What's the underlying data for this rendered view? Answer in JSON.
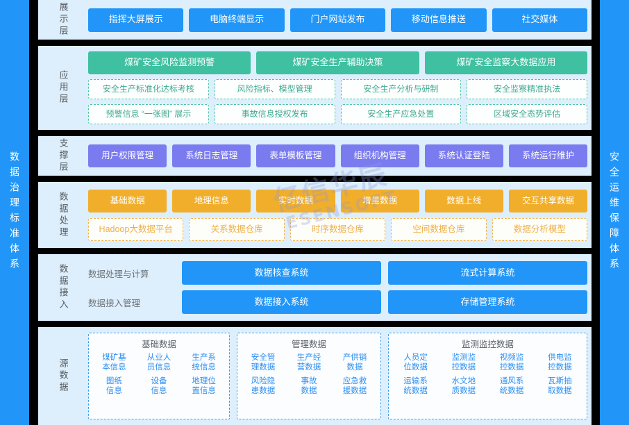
{
  "rails": {
    "left": "数据治理标准体系",
    "right": "安全运维保障体系"
  },
  "watermark": {
    "cn": "亿信华辰",
    "en": "ESENSOFT"
  },
  "colors": {
    "blue": "#2196f8",
    "green": "#3fc0a0",
    "purple": "#7b7bf0",
    "amber": "#f1ae2a",
    "layer_bg": "#ddeefc",
    "page_bg": "#000000"
  },
  "layers": {
    "display": {
      "label": "展示层",
      "items": [
        "指挥大屏展示",
        "电脑终端显示",
        "门户网站发布",
        "移动信息推送",
        "社交媒体"
      ]
    },
    "application": {
      "label": "应用层",
      "primary": [
        "煤矿安全风险监测预警",
        "煤矿安全生产辅助决策",
        "煤矿安全监察大数据应用"
      ],
      "sub_row1": [
        "安全生产标准化达标考核",
        "风险指标、模型管理",
        "安全生产分析与研制",
        "安全监察精准执法"
      ],
      "sub_row2": [
        "预警信息 “一张图” 展示",
        "事故信息授权发布",
        "安全生产应急处置",
        "区域安全态势评估"
      ]
    },
    "support": {
      "label": "支撑层",
      "items": [
        "用户权限管理",
        "系统日志管理",
        "表单模板管理",
        "组织机构管理",
        "系统认证登陆",
        "系统运行维护"
      ]
    },
    "processing": {
      "label": "数据处理",
      "row1": [
        "基础数据",
        "地理信息",
        "实时数据",
        "增量数据",
        "数据上线",
        "交互共享数据"
      ],
      "row2": [
        "Hadoop大数据平台",
        "关系数据仓库",
        "时序数据仓库",
        "空间数据仓库",
        "数据分析模型"
      ]
    },
    "access": {
      "label": "数据接入",
      "rows": [
        {
          "sub_label": "数据处理与计算",
          "items": [
            "数据核查系统",
            "流式计算系统"
          ]
        },
        {
          "sub_label": "数据接入管理",
          "items": [
            "数据接入系统",
            "存储管理系统"
          ]
        }
      ]
    },
    "source": {
      "label": "源数据",
      "groups": [
        {
          "title": "基础数据",
          "cells": [
            "煤矿基\n本信息",
            "从业人\n员信息",
            "生产系\n统信息",
            "图纸\n信息",
            "设备\n信息",
            "地理位\n置信息"
          ]
        },
        {
          "title": "管理数据",
          "cells": [
            "安全管\n理数据",
            "生产经\n营数据",
            "产供销\n数据",
            "风险隐\n患数据",
            "事故\n数据",
            "应急救\n援数据"
          ]
        },
        {
          "title": "监测监控数据",
          "cells": [
            "人员定\n位数据",
            "监测监\n控数据",
            "视频监\n控数据",
            "供电监\n控数据",
            "运输系\n统数据",
            "水文地\n质数据",
            "通风系\n统数据",
            "瓦斯抽\n取数据"
          ]
        }
      ]
    }
  }
}
